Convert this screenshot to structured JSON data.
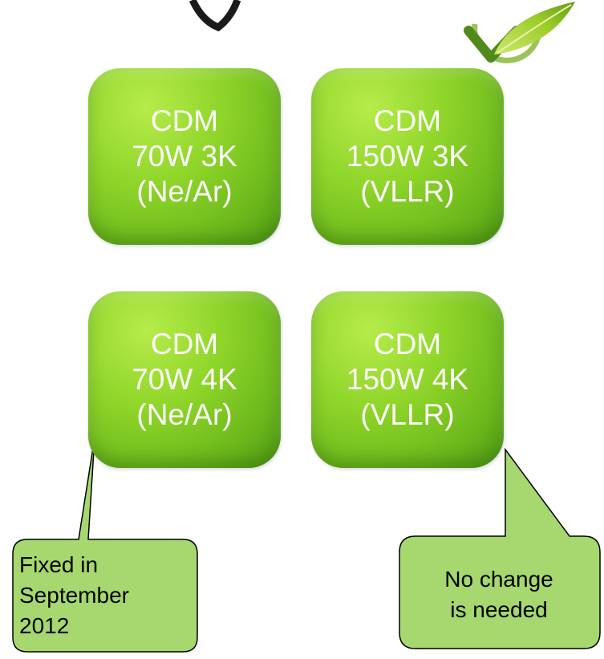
{
  "tiles": [
    {
      "line1": "CDM",
      "line2": "70W 3K",
      "line3": "(Ne/Ar)"
    },
    {
      "line1": "CDM",
      "line2": "150W 3K",
      "line3": "(VLLR)"
    },
    {
      "line1": "CDM",
      "line2": "70W 4K",
      "line3": "(Ne/Ar)"
    },
    {
      "line1": "CDM",
      "line2": "150W 4K",
      "line3": "(VLLR)"
    }
  ],
  "callouts": {
    "left": {
      "line1": "Fixed in",
      "line2": "September",
      "line3": "2012"
    },
    "right": {
      "line1": "No change",
      "line2": "is needed"
    }
  },
  "colors": {
    "tile_green": "#8fd52a",
    "callout_fill": "#a6d86f",
    "callout_stroke": "#000000",
    "tile_text": "#ffffff"
  },
  "icons": {
    "logo": "green-check-leaf-icon"
  }
}
